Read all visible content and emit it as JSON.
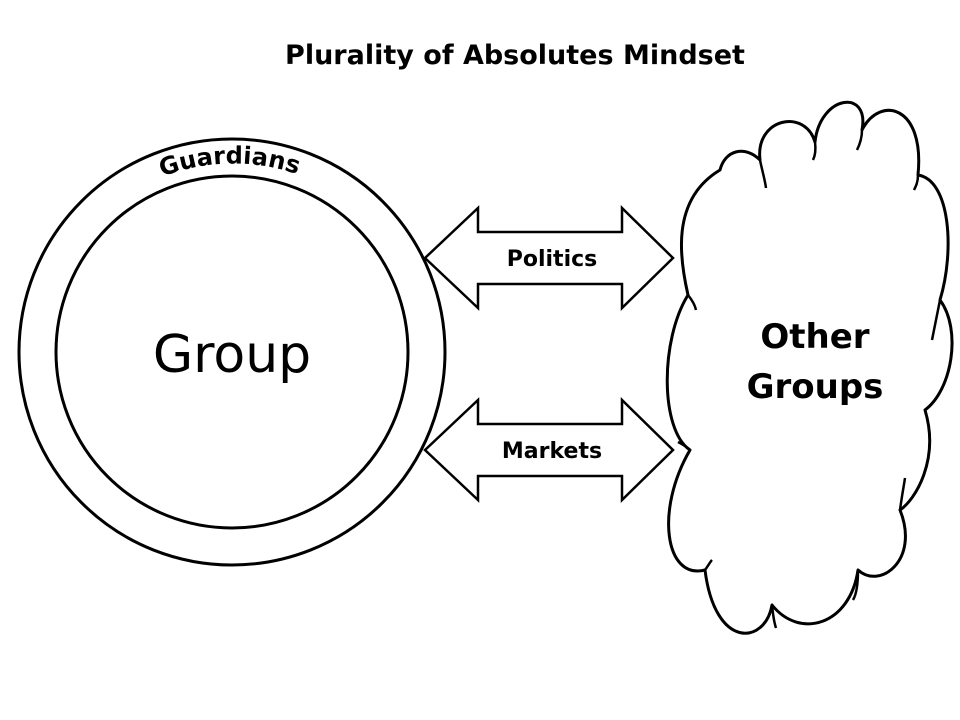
{
  "diagram": {
    "title": "Plurality of Absolutes Mindset",
    "outer_ring_label": "Guardians",
    "inner_circle_label": "Group",
    "arrows": [
      {
        "label": "Politics"
      },
      {
        "label": "Markets"
      }
    ],
    "cloud": {
      "line1": "Other",
      "line2": "Groups"
    },
    "colors": {
      "stroke": "#000000",
      "fill": "#ffffff",
      "text": "#000000"
    }
  }
}
